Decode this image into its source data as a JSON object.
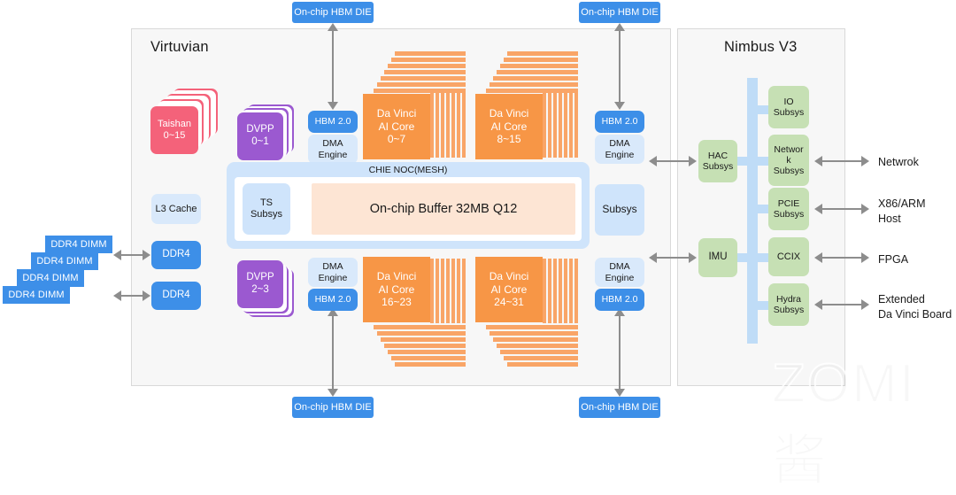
{
  "diagram": {
    "title_left": "Virtuvian",
    "title_right": "Nimbus V3",
    "watermark": "ZOMI 酱"
  },
  "hbm_dies": {
    "top_left": "On-chip HBM DIE",
    "top_right": "On-chip HBM DIE",
    "bottom_left": "On-chip HBM DIE",
    "bottom_right": "On-chip HBM DIE"
  },
  "virtuvian": {
    "taishan": "Taishan\n0~15",
    "l3_cache": "L3 Cache",
    "ddr4_a": "DDR4",
    "ddr4_b": "DDR4",
    "dvpp_top": "DVPP\n0~1",
    "dvpp_bottom": "DVPP\n2~3",
    "hbm_top_left": "HBM 2.0",
    "dma_top_left": "DMA\nEngine",
    "hbm_top_right": "HBM 2.0",
    "dma_top_right": "DMA\nEngine",
    "dma_bottom_left": "DMA\nEngine",
    "hbm_bottom_left": "HBM 2.0",
    "dma_bottom_right": "DMA\nEngine",
    "hbm_bottom_right": "HBM 2.0",
    "ai_core_0": "Da Vinci\nAI Core\n0~7",
    "ai_core_1": "Da Vinci\nAI Core\n8~15",
    "ai_core_2": "Da Vinci\nAI Core\n16~23",
    "ai_core_3": "Da Vinci\nAI Core\n24~31",
    "noc_label": "CHIE NOC(MESH)",
    "ts_subsys": "TS\nSubsys",
    "on_chip_buffer": "On-chip Buffer 32MB Q12",
    "right_subsys": "Subsys"
  },
  "nimbus": {
    "hac_subsys": "HAC\nSubsys",
    "imu": "IMU",
    "io_subsys": "IO\nSubsys",
    "network_subsys": "Networ\nk\nSubsys",
    "pcie_subsys": "PCIE\nSubsys",
    "ccix": "CCIX",
    "hydra_subsys": "Hydra\nSubsys"
  },
  "dimms": {
    "items": [
      "DDR4 DIMM",
      "DDR4 DIMM",
      "DDR4 DIMM",
      "DDR4 DIMM"
    ]
  },
  "external": {
    "network": "Netwrok",
    "host": "X86/ARM\nHost",
    "fpga": "FPGA",
    "extended": "Extended\nDa Vinci Board"
  },
  "colors": {
    "pink": "#f4627a",
    "purple": "#9b59d0",
    "orange": "#f79646",
    "blue": "#3d8fe8",
    "light_blue": "#d9e9fb",
    "green": "#c6e0b4",
    "peach": "#fde5d4",
    "arrow_gray": "#8d8d8d",
    "panel_bg": "#f7f7f7"
  }
}
